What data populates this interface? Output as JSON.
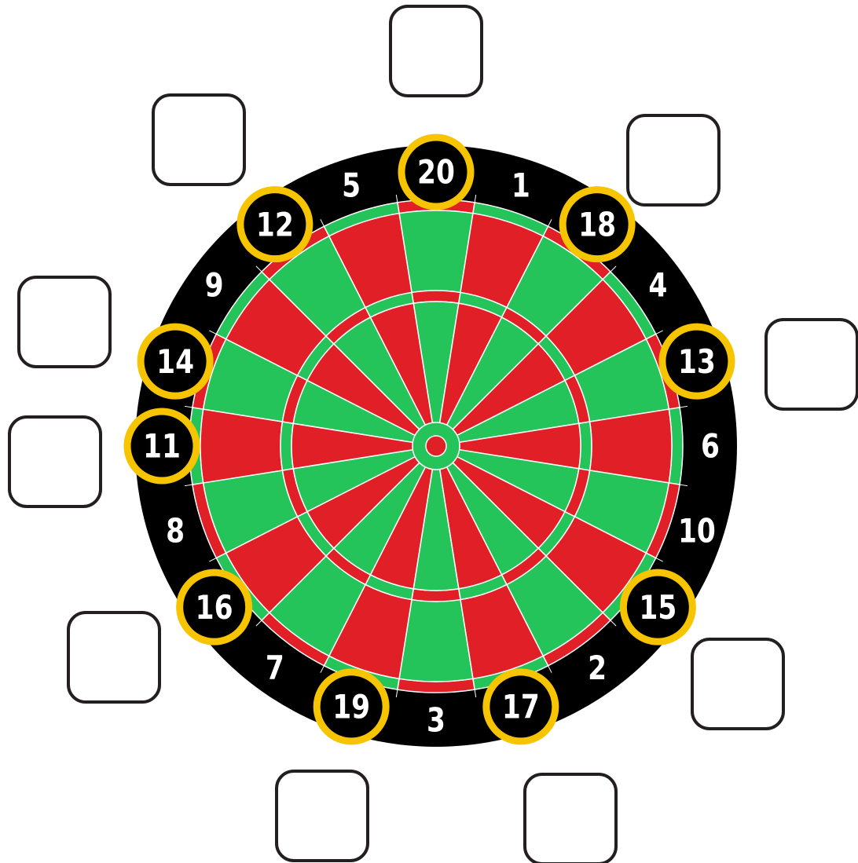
{
  "dartboard": {
    "segment_order": [
      20,
      1,
      18,
      4,
      13,
      6,
      10,
      15,
      2,
      17,
      3,
      19,
      7,
      16,
      8,
      11,
      14,
      9,
      12,
      5
    ],
    "highlighted_numbers": [
      20,
      18,
      13,
      15,
      17,
      19,
      16,
      11,
      14,
      12
    ],
    "colors": {
      "outer_ring": "#000000",
      "red": "#e01f26",
      "green": "#25c45a",
      "wire": "#ffffff",
      "highlight_ring": "#f7c400",
      "number_text": "#ffffff"
    }
  },
  "answer_boxes": {
    "count": 10,
    "values": [
      "",
      "",
      "",
      "",
      "",
      "",
      "",
      "",
      "",
      ""
    ],
    "border_color": "#231f20"
  }
}
